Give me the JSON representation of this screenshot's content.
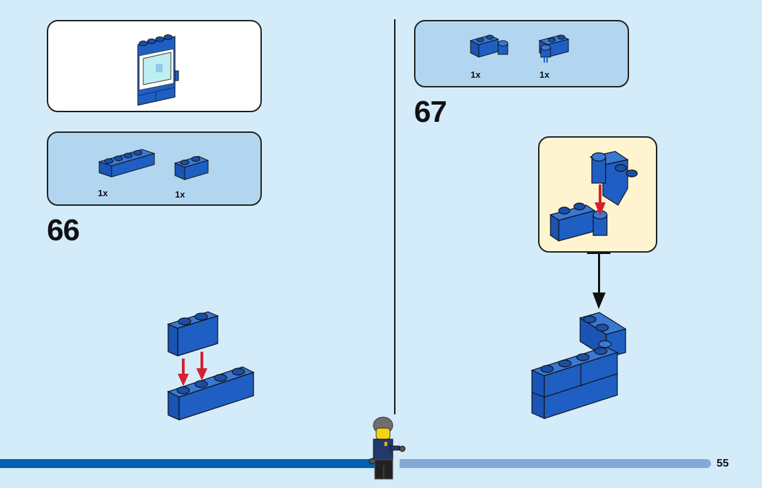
{
  "page": {
    "number": "55"
  },
  "colors": {
    "background": "#d4ebfa",
    "parts_panel": "#b2d6f0",
    "callout_panel": "#fef4d0",
    "brick_blue": "#1f5fc4",
    "arrow_red": "#d52030",
    "footer_dark": "#0062b0",
    "footer_light": "#84a9d9"
  },
  "left": {
    "subassembly_preview": {
      "label": "window-assembly-preview"
    },
    "parts": [
      {
        "name": "brick-1x4",
        "qty": "1x"
      },
      {
        "name": "brick-1x2",
        "qty": "1x"
      }
    ],
    "step": "66"
  },
  "right": {
    "parts": [
      {
        "name": "hinge-brick-1x2-base",
        "qty": "1x"
      },
      {
        "name": "hinge-brick-1x2-top",
        "qty": "1x"
      }
    ],
    "step": "67"
  }
}
